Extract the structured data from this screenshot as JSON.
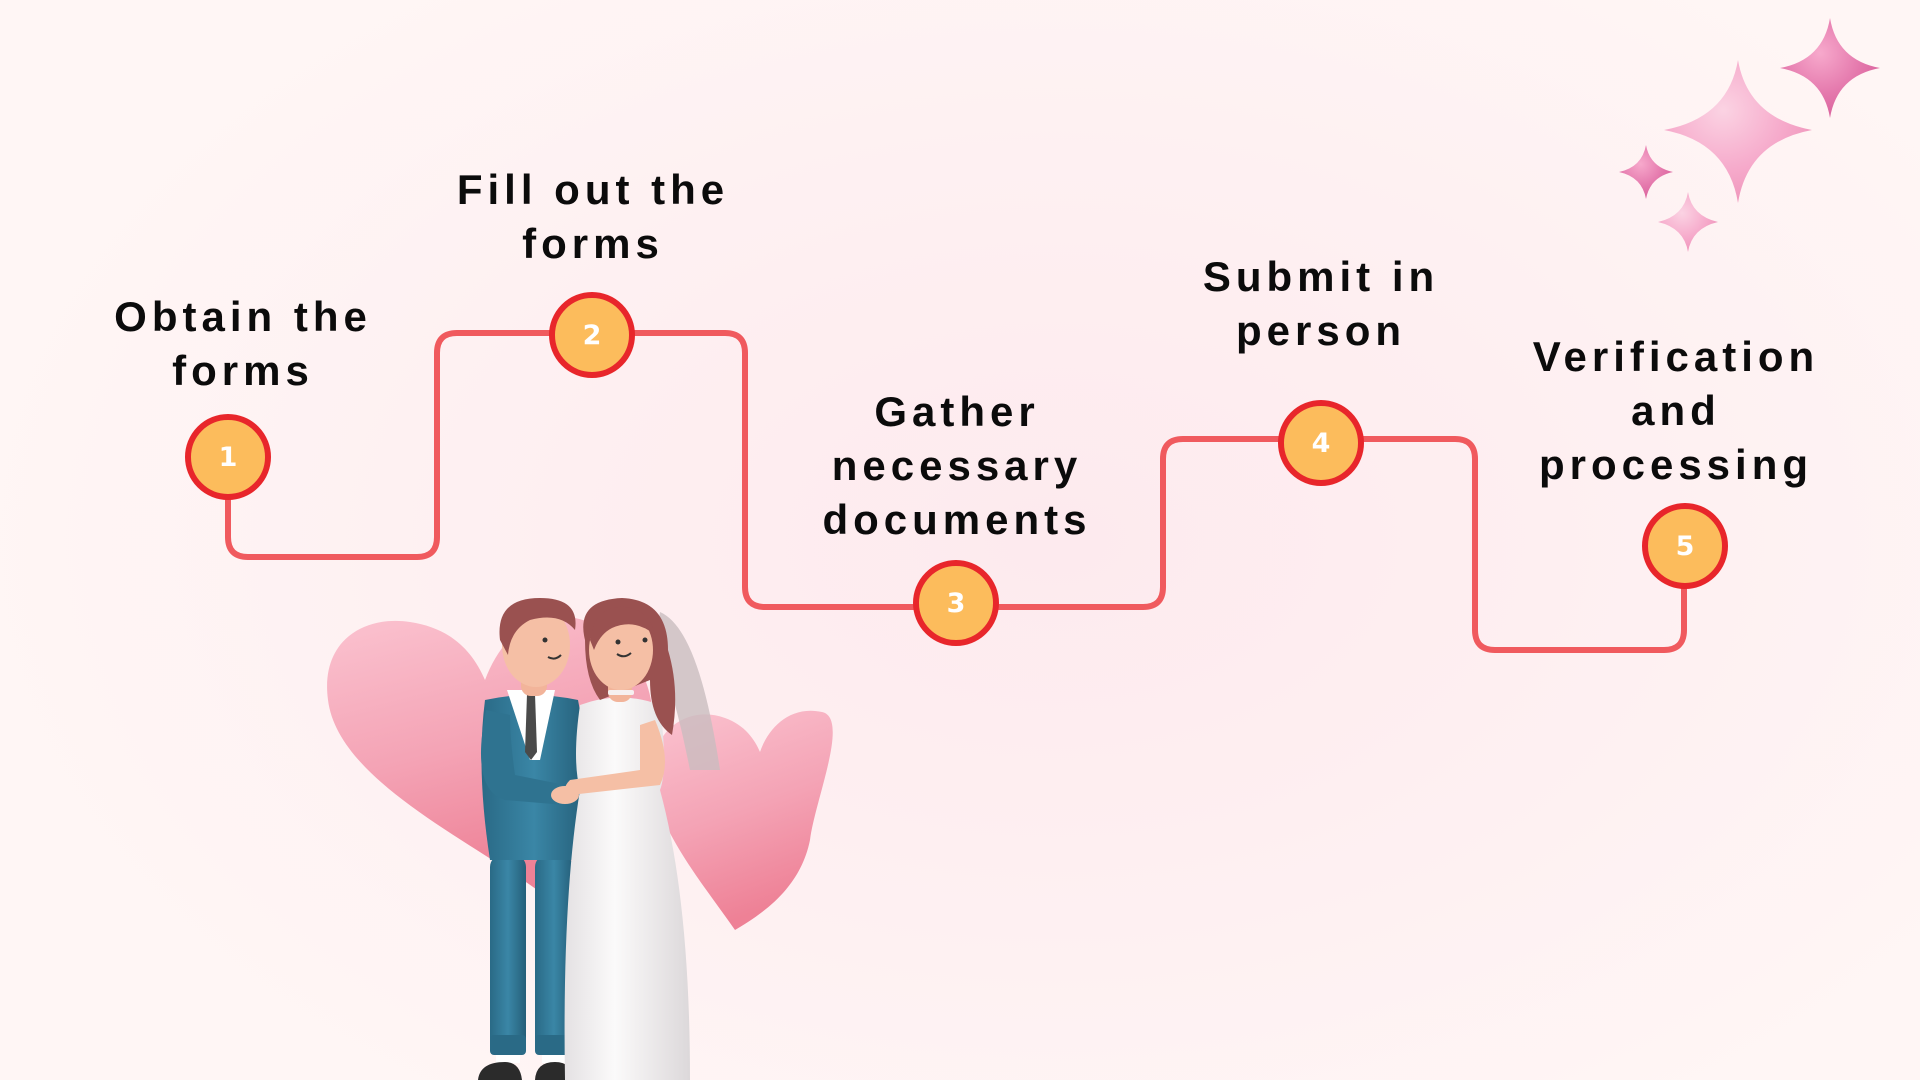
{
  "diagram": {
    "type": "process-steps",
    "colors": {
      "path": "#f05a5e",
      "node_border": "#e8262b",
      "node_fill": "#fcbc5c",
      "node_text": "#ffffff",
      "label_text": "#0b0b0b",
      "background": "#feeff1"
    },
    "steps": [
      {
        "number": "1",
        "lines": [
          "Obtain the",
          "forms"
        ]
      },
      {
        "number": "2",
        "lines": [
          "Fill out the",
          "forms"
        ]
      },
      {
        "number": "3",
        "lines": [
          "Gather",
          "necessary",
          "documents"
        ]
      },
      {
        "number": "4",
        "lines": [
          "Submit in",
          "person"
        ]
      },
      {
        "number": "5",
        "lines": [
          "Verification",
          "and",
          "processing"
        ]
      }
    ]
  },
  "decorations": {
    "illustration": "wedding-couple-with-hearts",
    "sparkles": "sparkles-icon"
  }
}
